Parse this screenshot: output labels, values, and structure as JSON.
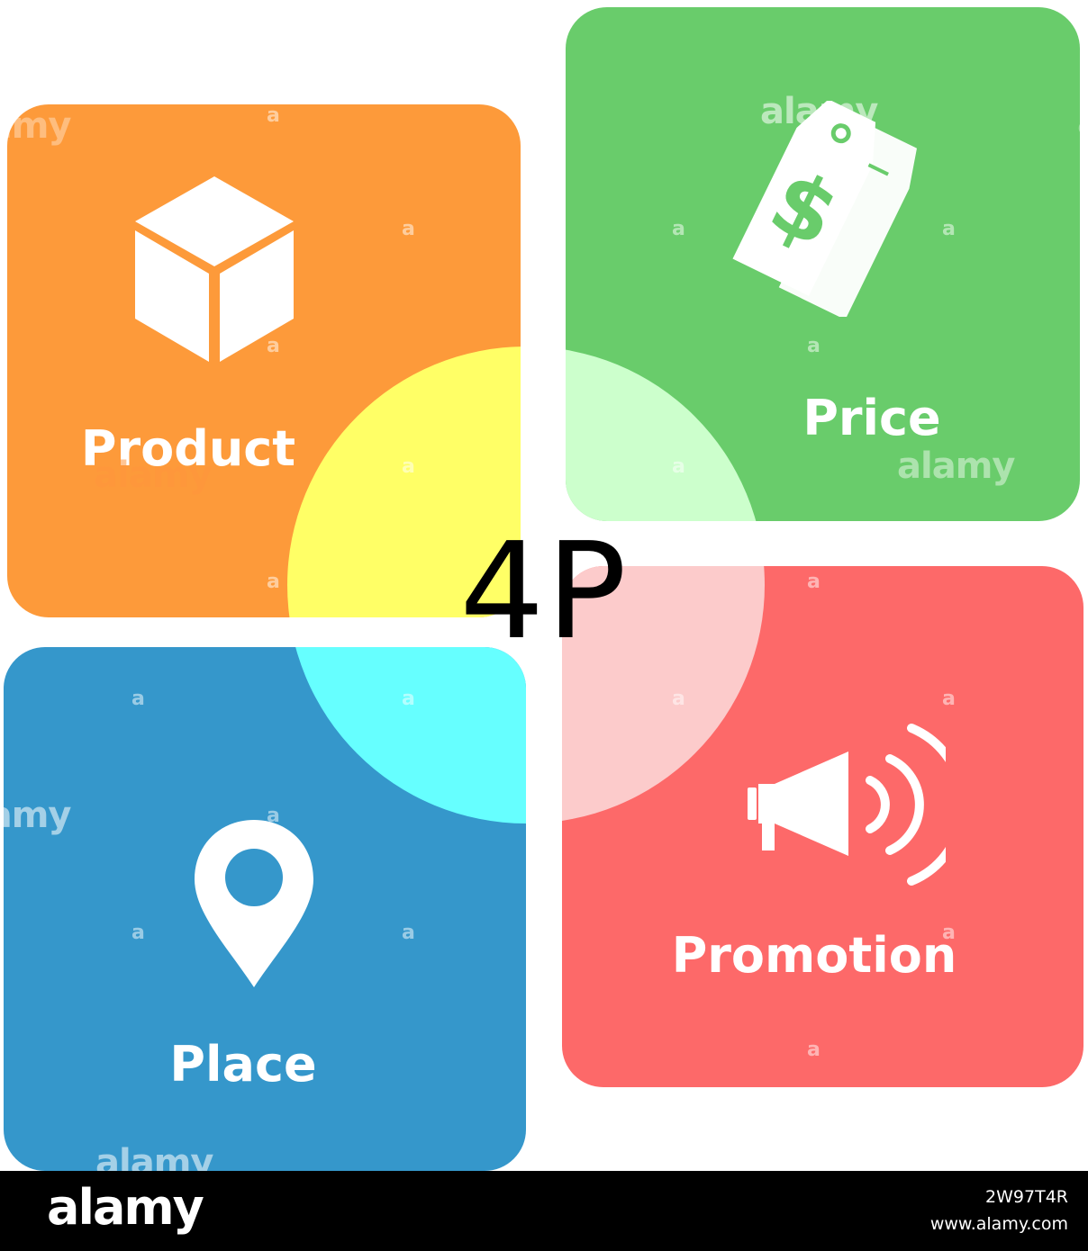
{
  "center": {
    "label": "4P"
  },
  "cards": {
    "product": {
      "label": "Product",
      "color": "#fd9a3a",
      "icon": "box-icon"
    },
    "price": {
      "label": "Price",
      "color": "#69cc6b",
      "icon": "price-tag-icon"
    },
    "place": {
      "label": "Place",
      "color": "#3597cb",
      "icon": "location-pin-icon"
    },
    "promotion": {
      "label": "Promotion",
      "color": "#fd6969",
      "icon": "megaphone-icon"
    }
  },
  "overlaps": {
    "product": "#ffff66",
    "price": "#ccffcc",
    "place": "#66ffff",
    "promotion": "#fccbcb"
  },
  "icon_glyphs": {
    "price_symbol": "$"
  },
  "watermark": {
    "text": "alamy",
    "letter": "a",
    "image_id": "2W97T4R",
    "site": "www.alamy.com"
  }
}
